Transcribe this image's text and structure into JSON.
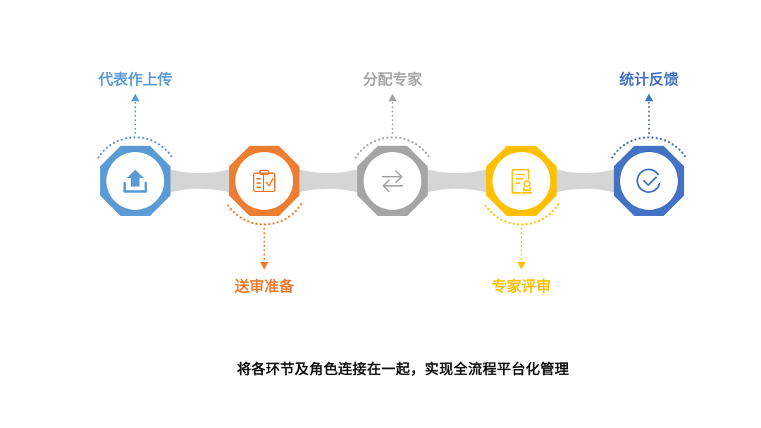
{
  "steps": [
    {
      "label": "代表作上传",
      "color": "#5b9bd5",
      "icon": "upload-icon",
      "position": "top"
    },
    {
      "label": "送审准备",
      "color": "#ed7d31",
      "icon": "clipboard-check-icon",
      "position": "bottom"
    },
    {
      "label": "分配专家",
      "color": "#a5a5a5",
      "icon": "swap-arrows-icon",
      "position": "top"
    },
    {
      "label": "专家评审",
      "color": "#ffc000",
      "icon": "certificate-review-icon",
      "position": "bottom"
    },
    {
      "label": "统计反馈",
      "color": "#4472c4",
      "icon": "check-circle-icon",
      "position": "top"
    }
  ],
  "connector_color": "#d5d5d5",
  "caption": "将各环节及角色连接在一起，实现全流程平台化管理"
}
